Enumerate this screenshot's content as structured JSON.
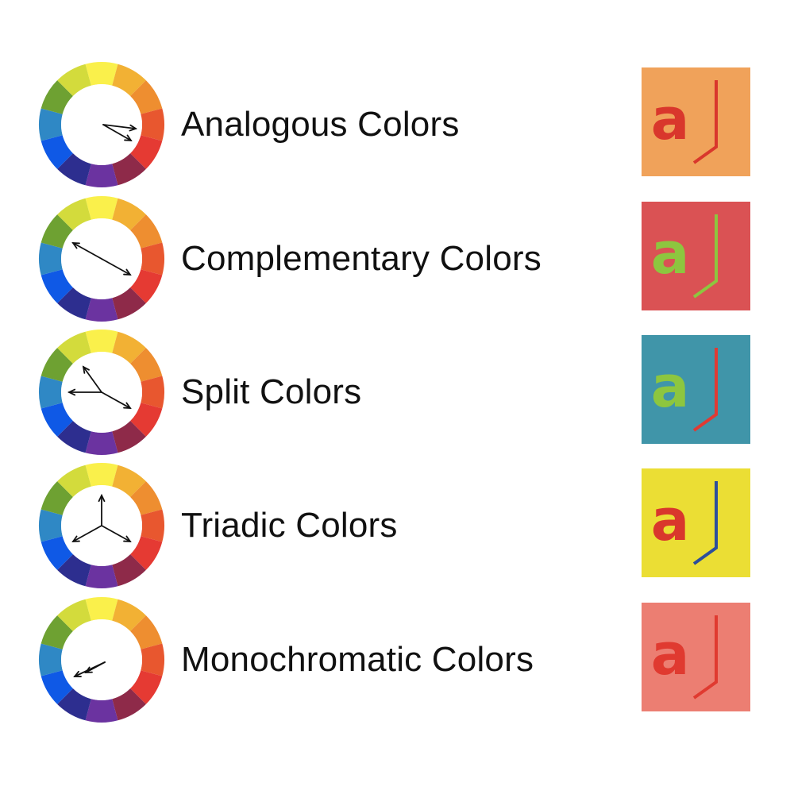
{
  "wheel_colors": [
    "#FAF04B",
    "#F2B134",
    "#EE8E30",
    "#E8572F",
    "#E53A33",
    "#8E2A49",
    "#6B33A0",
    "#2D2E8F",
    "#0F59E6",
    "#2F88C5",
    "#6EA132",
    "#D3DB3C"
  ],
  "rows": [
    {
      "label": "Analogous Colors",
      "swatch": {
        "bg": "#F0A25A",
        "letter": "a",
        "letter_color": "#D9372C",
        "mark_color": "#D9372C"
      },
      "arrows_icon": "analogous-arrows-icon"
    },
    {
      "label": "Complementary Colors",
      "swatch": {
        "bg": "#DA5254",
        "letter": "a",
        "letter_color": "#8DC63F",
        "mark_color": "#8DC63F"
      },
      "arrows_icon": "complementary-arrows-icon"
    },
    {
      "label": "Split Colors",
      "swatch": {
        "bg": "#4095A9",
        "letter": "a",
        "letter_color": "#8DC63F",
        "mark_color": "#E03A33"
      },
      "arrows_icon": "split-arrows-icon"
    },
    {
      "label": "Triadic Colors",
      "swatch": {
        "bg": "#EBDE34",
        "letter": "a",
        "letter_color": "#D9372C",
        "mark_color": "#2C4E9B"
      },
      "arrows_icon": "triadic-arrows-icon"
    },
    {
      "label": "Monochromatic Colors",
      "swatch": {
        "bg": "#EC7E72",
        "letter": "a",
        "letter_color": "#E03A30",
        "mark_color": "#E03A30"
      },
      "arrows_icon": "monochromatic-arrows-icon"
    }
  ]
}
